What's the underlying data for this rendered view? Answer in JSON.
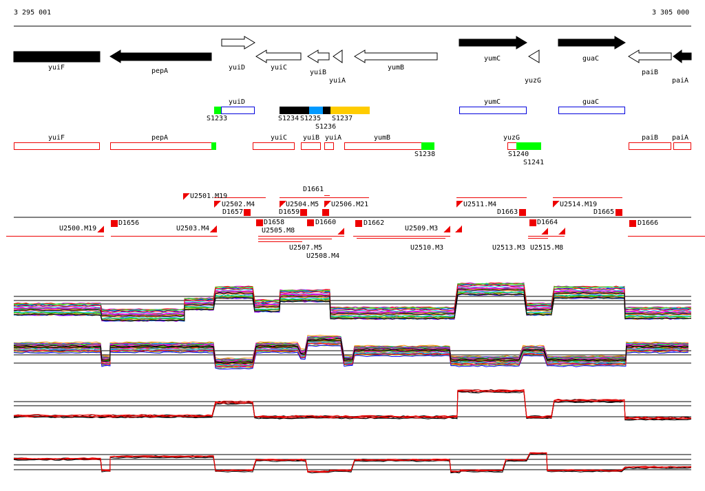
{
  "ruler": {
    "start_label": "3 295 001",
    "end_label": "3 305 000"
  },
  "genes": {
    "yuiF": "yuiF",
    "pepA": "pepA",
    "yuiD": "yuiD",
    "yuiC": "yuiC",
    "yuiB": "yuiB",
    "yuiA": "yuiA",
    "yumB": "yumB",
    "yumC": "yumC",
    "yuzG": "yuzG",
    "guaC": "guaC",
    "paiB": "paiB",
    "paiA": "paiA"
  },
  "segments_track": {
    "S1233": "S1233",
    "S1234": "S1234",
    "S1235": "S1235",
    "S1236": "S1236",
    "S1237": "S1237",
    "S1238": "S1238",
    "S1240": "S1240",
    "S1241": "S1241"
  },
  "markers": {
    "U2500": "U2500.M19",
    "U2501": "U2501.M19",
    "U2502": "U2502.M4",
    "U2503": "U2503.M4",
    "U2504": "U2504.M5",
    "U2505": "U2505.M8",
    "U2507": "U2507.M5",
    "U2508": "U2508.M4",
    "U2506": "U2506.M21",
    "U2509": "U2509.M3",
    "U2510": "U2510.M3",
    "U2511": "U2511.M4",
    "U2513": "U2513.M3",
    "U2514": "U2514.M19",
    "U2515": "U2515.M8",
    "D1656": "D1656",
    "D1657": "D1657",
    "D1658": "D1658",
    "D1659": "D1659",
    "D1660": "D1660",
    "D1661": "D1661",
    "D1662": "D1662",
    "D1663": "D1663",
    "D1664": "D1664",
    "D1665": "D1665",
    "D1666": "D1666"
  },
  "chart_data": {
    "type": "line",
    "genome_start": 3295001,
    "genome_end": 3305000,
    "panels": [
      {
        "name": "panel-1",
        "series_count": 30,
        "colored": true,
        "breaks": [
          0,
          1300,
          2520,
          2977,
          3556,
          3932,
          4674,
          6553,
          7569,
          7976,
          9022,
          9999
        ],
        "levels": [
          2.9,
          1.7,
          4.0,
          6.4,
          3.6,
          5.7,
          2.1,
          7.1,
          2.9,
          6.4,
          2.1
        ]
      },
      {
        "name": "panel-2",
        "series_count": 30,
        "colored": true,
        "breaks": [
          0,
          1300,
          1423,
          2977,
          3577,
          4237,
          4339,
          4877,
          5030,
          6452,
          6604,
          7518,
          7874,
          9042,
          9999
        ],
        "levels": [
          5.7,
          2.9,
          5.7,
          2.4,
          5.7,
          4.3,
          7.1,
          2.9,
          5.0,
          2.9,
          2.9,
          5.0,
          2.9,
          5.7
        ]
      },
      {
        "name": "panel-3",
        "series_count": 6,
        "colored": false,
        "breaks": [
          0,
          2977,
          3556,
          6553,
          7569,
          7976,
          9022,
          9999
        ],
        "levels": [
          2.9,
          5.7,
          2.7,
          8.1,
          2.7,
          6.1,
          2.4
        ]
      },
      {
        "name": "panel-4",
        "series_count": 6,
        "colored": false,
        "breaks": [
          0,
          1300,
          1423,
          2977,
          3577,
          4339,
          4674,
          5030,
          6452,
          6604,
          7264,
          7620,
          7874,
          9022,
          9999
        ],
        "levels": [
          6.7,
          3.6,
          7.3,
          3.6,
          6.4,
          3.3,
          3.6,
          6.4,
          3.3,
          3.6,
          6.4,
          8.2,
          3.6,
          4.5
        ]
      }
    ]
  }
}
